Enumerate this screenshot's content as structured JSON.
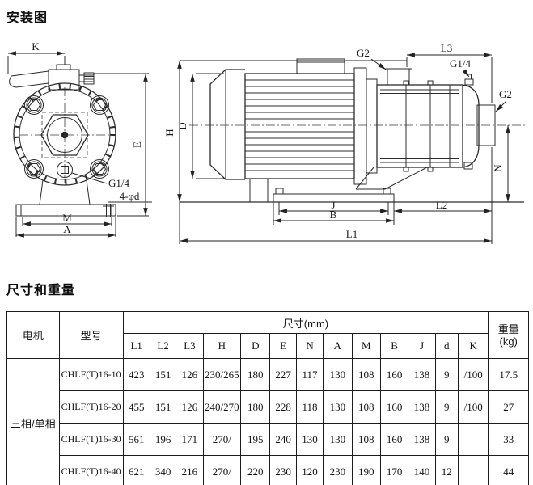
{
  "titles": {
    "installation": "安装图",
    "dimensions": "尺寸和重量"
  },
  "front_view": {
    "k": "K",
    "e": "E",
    "m": "M",
    "a": "A",
    "g14": "G1/4",
    "holes": "4-φd"
  },
  "side_view": {
    "h": "H",
    "d": "D",
    "g2_top": "G2",
    "l3": "L3",
    "g14": "G1/4",
    "g2_right": "G2",
    "n": "N",
    "j": "J",
    "b": "B",
    "l2": "L2",
    "l1": "L1"
  },
  "table": {
    "headers": {
      "motor": "电机",
      "model": "型号",
      "dims": "尺寸(mm)",
      "weight_line1": "重量",
      "weight_line2": "(kg)"
    },
    "dim_columns": [
      "L1",
      "L2",
      "L3",
      "H",
      "D",
      "E",
      "N",
      "A",
      "M",
      "B",
      "J",
      "d",
      "K"
    ],
    "motor_group": "三相/单相",
    "rows": [
      {
        "model": "CHLF(T)16-10",
        "values": [
          "423",
          "151",
          "126",
          "230/265",
          "180",
          "227",
          "117",
          "130",
          "108",
          "160",
          "138",
          "9",
          "/100"
        ],
        "weight": "17.5"
      },
      {
        "model": "CHLF(T)16-20",
        "values": [
          "455",
          "151",
          "126",
          "240/270",
          "180",
          "228",
          "118",
          "130",
          "108",
          "160",
          "138",
          "9",
          "/100"
        ],
        "weight": "27"
      },
      {
        "model": "CHLF(T)16-30",
        "values": [
          "561",
          "196",
          "171",
          "270/",
          "195",
          "240",
          "130",
          "130",
          "108",
          "160",
          "138",
          "9",
          ""
        ],
        "weight": "33"
      },
      {
        "model": "CHLF(T)16-40",
        "values": [
          "621",
          "340",
          "216",
          "270/",
          "220",
          "230",
          "120",
          "230",
          "190",
          "170",
          "140",
          "12",
          ""
        ],
        "weight": "44"
      }
    ]
  }
}
